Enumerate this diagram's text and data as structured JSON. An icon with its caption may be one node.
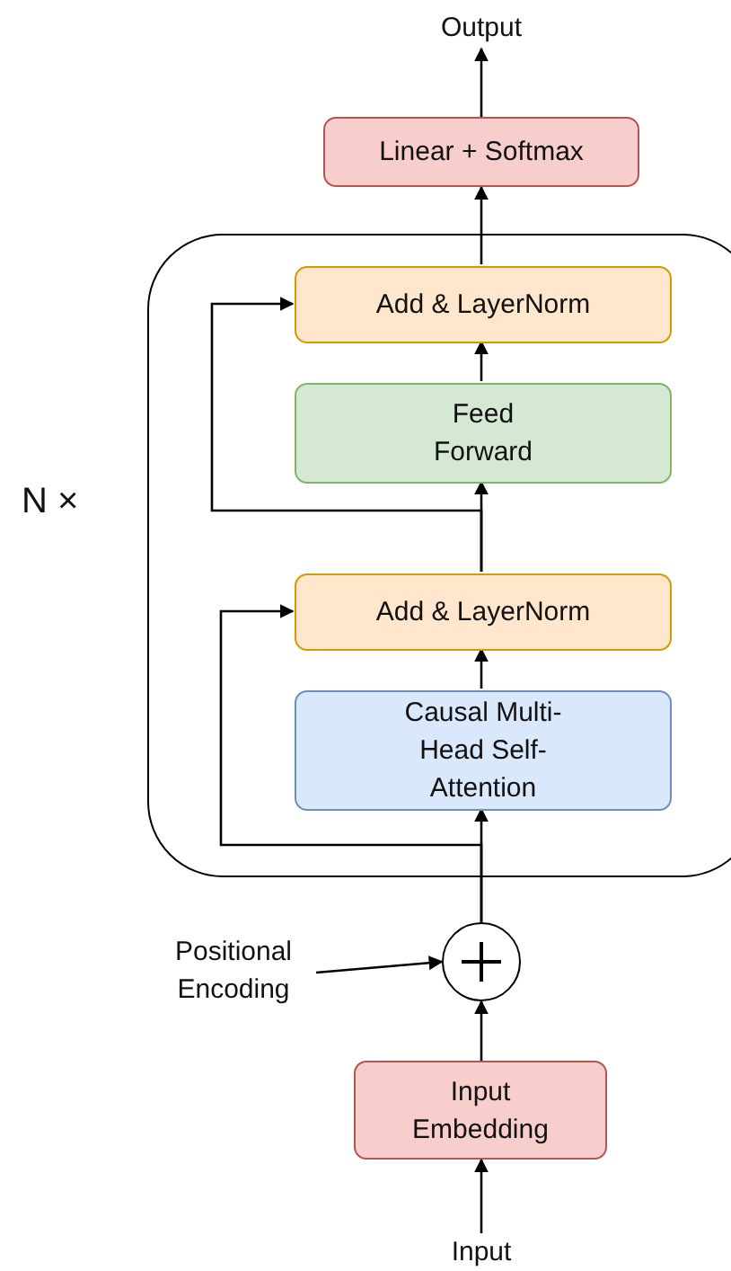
{
  "diagram": {
    "nodes": [
      {
        "text": [
          "Output"
        ]
      },
      {
        "text": [
          "Linear + Softmax"
        ]
      },
      {
        "text": [],
        "shape": "box",
        "beside": [
          "N ×"
        ]
      },
      {
        "text": [
          "Add & LayerNorm"
        ],
        "in": 2
      },
      {
        "text": [
          "Feed Forward"
        ],
        "in": 2
      },
      {
        "text": [
          "Add & LayerNorm"
        ],
        "in": 2
      },
      {
        "text": [
          "Causal Multi-Head Self-Attention"
        ],
        "in": 2
      },
      {
        "text": [
          "Positional Encoding"
        ]
      },
      {
        "text": [],
        "shape": "circle"
      },
      {
        "text": [
          "Input Embedding"
        ]
      },
      {
        "text": [
          "Input"
        ]
      }
    ],
    "edges": [
      {
        "from": 10,
        "to": 9,
        "arrow": "to"
      },
      {
        "from": 9,
        "to": 8,
        "arrow": "to"
      },
      {
        "from": 7,
        "to": 8,
        "arrow": "to"
      },
      {
        "from": 8,
        "to": 6,
        "arrow": "to"
      },
      {
        "from": 8,
        "to": 5,
        "arrow": "to"
      },
      {
        "from": 6,
        "to": 5,
        "arrow": "to"
      },
      {
        "from": 5,
        "to": 4,
        "arrow": "to"
      },
      {
        "from": 5,
        "to": 3,
        "arrow": "to"
      },
      {
        "from": 4,
        "to": 3,
        "arrow": "to"
      },
      {
        "from": 3,
        "to": 1,
        "arrow": "to"
      },
      {
        "from": 1,
        "to": 0,
        "arrow": "to"
      }
    ]
  }
}
